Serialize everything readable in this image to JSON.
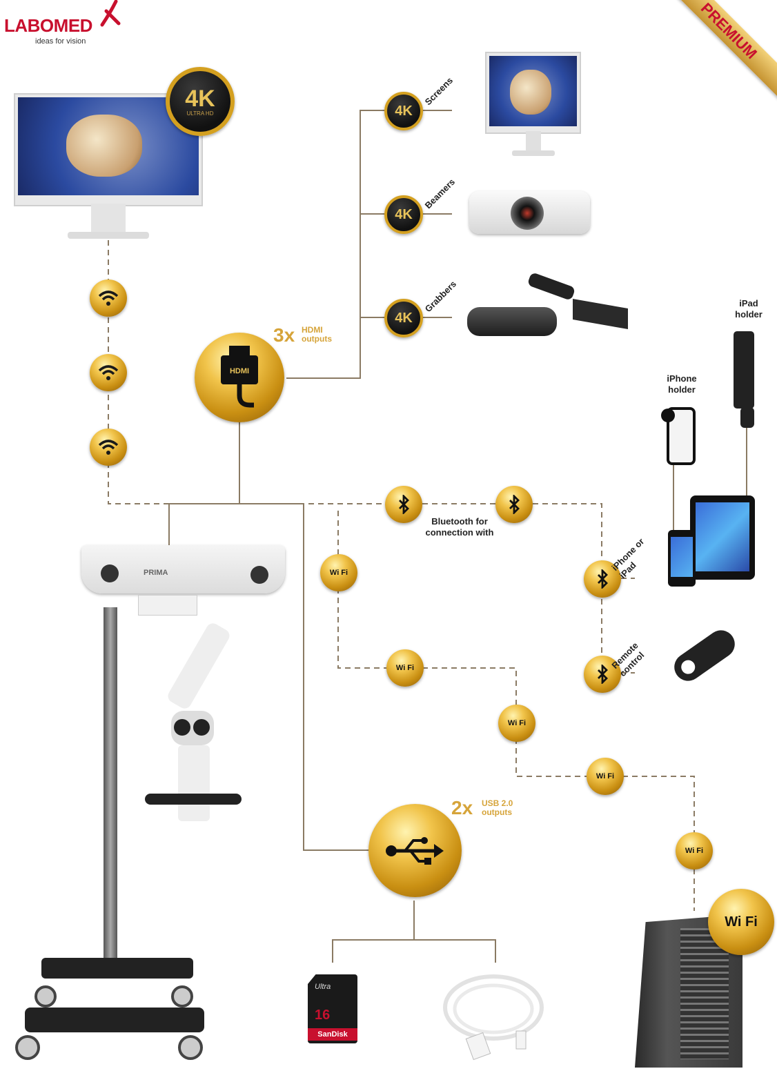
{
  "brand": {
    "name": "LABOMED",
    "tagline": "ideas for vision"
  },
  "ribbon": "PREMIUM",
  "main_badge": {
    "big": "4K",
    "small": "ULTRA HD"
  },
  "hdmi": {
    "count": "3x",
    "text": "HDMI outputs",
    "icon_text": "HDMI"
  },
  "hdmi_outputs": [
    {
      "label": "Screens",
      "badge": "4K"
    },
    {
      "label": "Beamers",
      "badge": "4K"
    },
    {
      "label": "Grabbers",
      "badge": "4K"
    }
  ],
  "usb": {
    "count": "2x",
    "text": "USB 2.0 outputs"
  },
  "bluetooth": {
    "caption": "Bluetooth for connection with"
  },
  "bt_targets": [
    {
      "label": "iPhone or iPad"
    },
    {
      "label": "Remote control"
    }
  ],
  "holders": {
    "iphone": "iPhone holder",
    "ipad": "iPad holder"
  },
  "wifi_badge": "Wi Fi",
  "microscope_label": "PRIMA",
  "sd_card": {
    "brand": "SanDisk",
    "size": "16",
    "model": "Ultra"
  },
  "colors": {
    "gold": "#d4a020",
    "line": "#8a7a63",
    "brand_red": "#c8102e"
  }
}
